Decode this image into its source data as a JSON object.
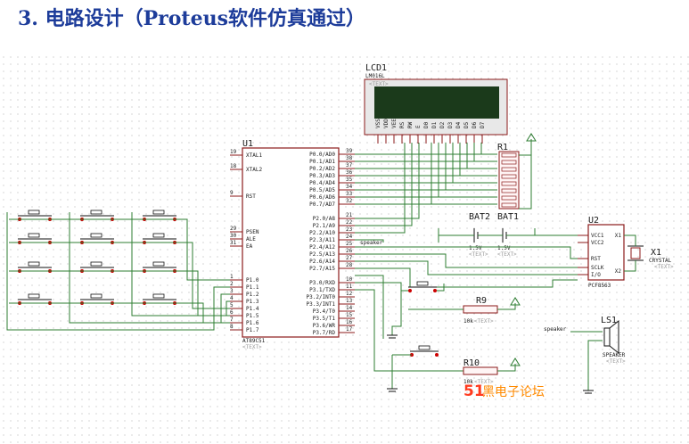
{
  "heading": "3. 电路设计（Proteus软件仿真通过）",
  "colors": {
    "heading": "#1d3c9a",
    "wire": "#2e7d32",
    "component_outline": "#8b1a1a",
    "lcd_screen": "#1b3a1b",
    "watermark_red": "#ff3b1f",
    "watermark_orange": "#ff8a00"
  },
  "lcd": {
    "ref": "LCD1",
    "part": "LM016L",
    "text_tag": "<TEXT>",
    "pins": [
      "VSS",
      "VDD",
      "VEE",
      "RS",
      "RW",
      "E",
      "D0",
      "D1",
      "D2",
      "D3",
      "D4",
      "D5",
      "D6",
      "D7"
    ]
  },
  "mcu": {
    "ref": "U1",
    "part": "AT89C51",
    "text_tag": "<TEXT>",
    "left_pins": [
      {
        "num": "19",
        "label": "XTAL1"
      },
      {
        "num": "18",
        "label": "XTAL2"
      },
      {
        "num": "9",
        "label": "RST"
      },
      {
        "num": "29",
        "label": "PSEN"
      },
      {
        "num": "30",
        "label": "ALE"
      },
      {
        "num": "31",
        "label": "EA"
      },
      {
        "num": "1",
        "label": "P1.0"
      },
      {
        "num": "2",
        "label": "P1.1"
      },
      {
        "num": "3",
        "label": "P1.2"
      },
      {
        "num": "4",
        "label": "P1.3"
      },
      {
        "num": "5",
        "label": "P1.4"
      },
      {
        "num": "6",
        "label": "P1.5"
      },
      {
        "num": "7",
        "label": "P1.6"
      },
      {
        "num": "8",
        "label": "P1.7"
      }
    ],
    "right_pins": [
      {
        "num": "39",
        "label": "P0.0/AD0"
      },
      {
        "num": "38",
        "label": "P0.1/AD1"
      },
      {
        "num": "37",
        "label": "P0.2/AD2"
      },
      {
        "num": "36",
        "label": "P0.3/AD3"
      },
      {
        "num": "35",
        "label": "P0.4/AD4"
      },
      {
        "num": "34",
        "label": "P0.5/AD5"
      },
      {
        "num": "33",
        "label": "P0.6/AD6"
      },
      {
        "num": "32",
        "label": "P0.7/AD7"
      },
      {
        "num": "21",
        "label": "P2.0/A8"
      },
      {
        "num": "22",
        "label": "P2.1/A9"
      },
      {
        "num": "23",
        "label": "P2.2/A10"
      },
      {
        "num": "24",
        "label": "P2.3/A11"
      },
      {
        "num": "25",
        "label": "P2.4/A12"
      },
      {
        "num": "26",
        "label": "P2.5/A13"
      },
      {
        "num": "27",
        "label": "P2.6/A14"
      },
      {
        "num": "28",
        "label": "P2.7/A15"
      },
      {
        "num": "10",
        "label": "P3.0/RXD"
      },
      {
        "num": "11",
        "label": "P3.1/TXD"
      },
      {
        "num": "12",
        "label": "P3.2/INT0"
      },
      {
        "num": "13",
        "label": "P3.3/INT1"
      },
      {
        "num": "14",
        "label": "P3.4/T0"
      },
      {
        "num": "15",
        "label": "P3.5/T1"
      },
      {
        "num": "16",
        "label": "P3.6/WR"
      },
      {
        "num": "17",
        "label": "P3.7/RD"
      }
    ]
  },
  "r1": {
    "ref": "R1"
  },
  "bat2": {
    "ref": "BAT2",
    "value": "1.5V",
    "text_tag": "<TEXT>"
  },
  "bat1": {
    "ref": "BAT1",
    "value": "1.5V",
    "text_tag": "<TEXT>"
  },
  "u2": {
    "ref": "U2",
    "part": "PCF8563",
    "pins_left": [
      "VCC1",
      "VCC2",
      "RST",
      "SCLK",
      "I/O"
    ],
    "pins_right": [
      "X1",
      "X2"
    ]
  },
  "x1": {
    "ref": "X1",
    "part": "CRYSTAL",
    "text_tag": "<TEXT>"
  },
  "speaker_net": "speaker",
  "ls1": {
    "ref": "LS1",
    "part": "SPEAKER",
    "text_tag": "<TEXT>"
  },
  "r9": {
    "ref": "R9",
    "value": "10k",
    "text_tag": "<TEXT>"
  },
  "r10": {
    "ref": "R10",
    "value": "10k",
    "text_tag": "<TEXT>"
  },
  "watermark": {
    "part1": "51",
    "part2": "黑电子论坛"
  }
}
